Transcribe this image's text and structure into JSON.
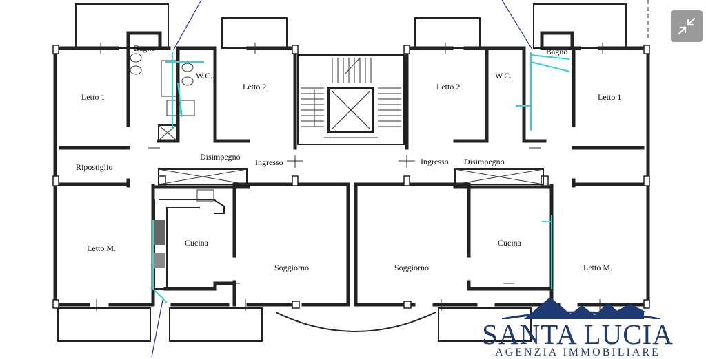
{
  "rooms": {
    "left_bagno": "Bagno",
    "left_wc": "W.C.",
    "left_letto1": "Letto 1",
    "left_letto2": "Letto 2",
    "left_ripostiglio": "Ripostiglio",
    "left_disimpegno": "Disimpegno",
    "left_ingresso": "Ingresso",
    "left_lettom": "Letto M.",
    "left_cucina": "Cucina",
    "left_soggiorno": "Soggiorno",
    "right_bagno": "Bagno",
    "right_wc": "W.C.",
    "right_letto1": "Letto 1",
    "right_letto2": "Letto 2",
    "right_ingresso": "Ingresso",
    "right_disimpegno": "Disimpegno",
    "right_cucina": "Cucina",
    "right_soggiorno": "Soggiorno",
    "right_lettom": "Letto M."
  },
  "logo": {
    "title": "SANTA LUCIA",
    "subtitle": "AGENZIA IMMOBILIARE"
  },
  "colors": {
    "annotation": "#2ed3d6",
    "logo": "#1f3a73",
    "walls": "#222222"
  },
  "icons": {
    "fullscreen": "collapse-arrows-icon"
  }
}
